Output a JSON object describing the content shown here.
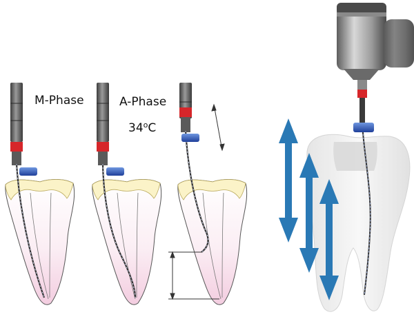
{
  "labels": {
    "m_phase": "M-Phase",
    "a_phase": "A-Phase",
    "temperature_value": "34",
    "temperature_degree": "o",
    "temperature_unit": "C"
  },
  "colors": {
    "tooth_crown": "#fbf3c8",
    "tooth_root_pink": "#f7dcea",
    "file_handle": "#6f6f6f",
    "rubber_stop": "#2f5fbf",
    "red_band": "#d6262a",
    "arrow_blue": "#2a79b5",
    "molar": "#eeeeee"
  }
}
